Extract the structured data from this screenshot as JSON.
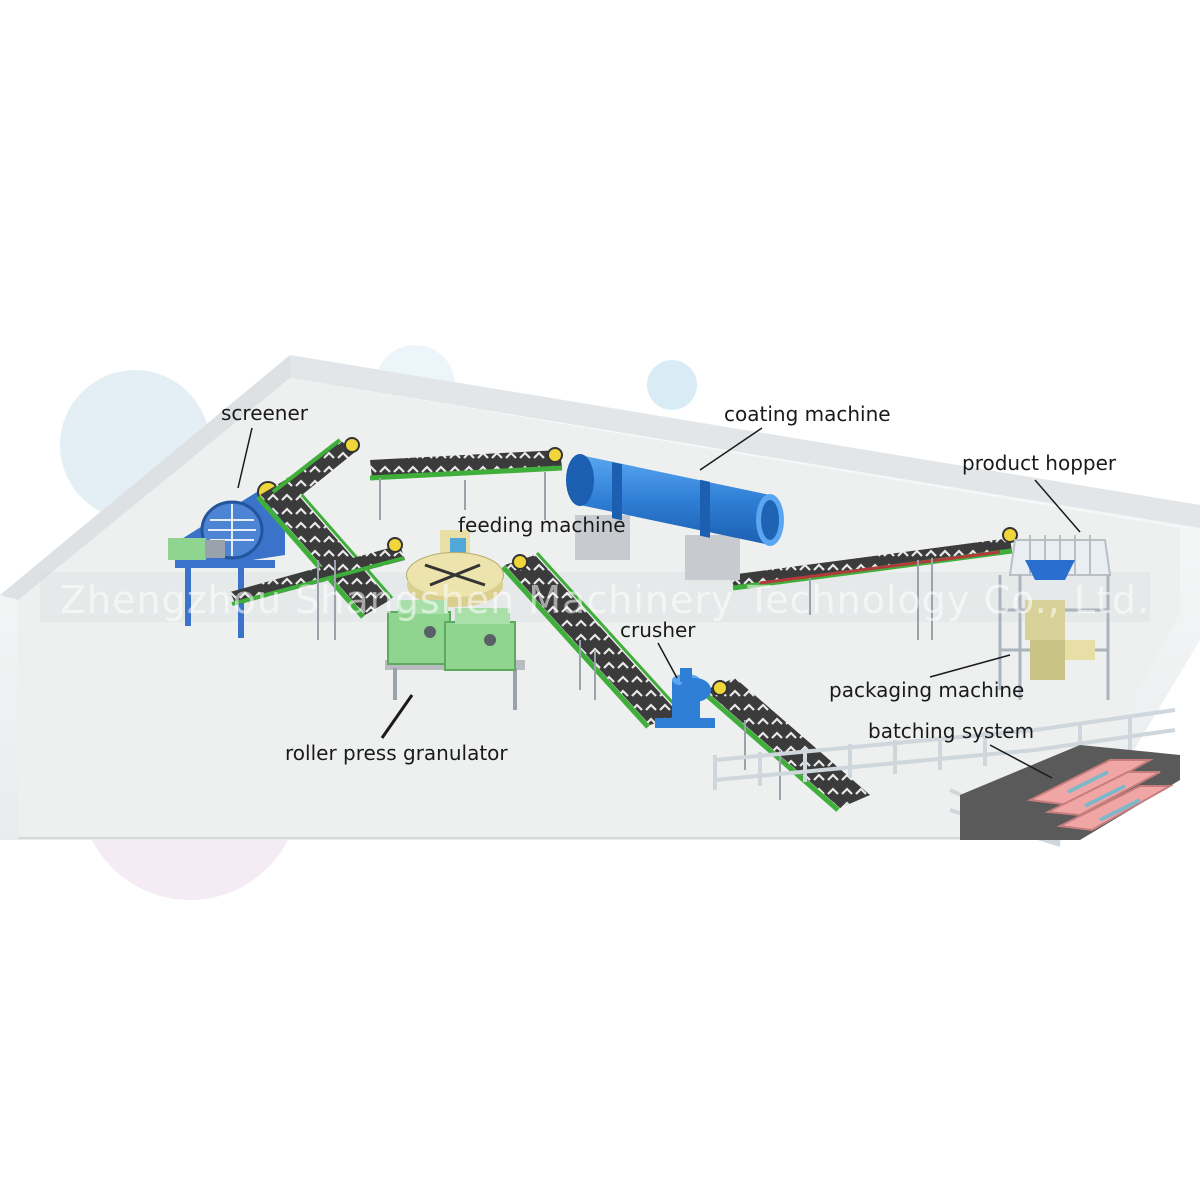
{
  "labels": {
    "screener": "screener",
    "coating_machine": "coating machine",
    "product_hopper": "product hopper",
    "feeding_machine": "feeding machine",
    "crusher": "crusher",
    "packaging_machine": "packaging machine",
    "batching_system": "batching system",
    "roller_press_granulator": "roller press granulator"
  },
  "watermark": "Zhengzhou Shangshen Machinery Technology Co., Ltd.",
  "colors": {
    "floor": "#eef0ef",
    "wall": "#f7f8f8",
    "conveyor_frame": "#3fae3a",
    "conveyor_belt": "#3b3b3b",
    "coating_drum": "#2f7fd6",
    "granulator": "#8fd48f",
    "feeder": "#e8dfa6",
    "crusher": "#2f7fd6",
    "screener": "#3a73c9",
    "batching_bins": "#f1a6a6",
    "railing": "#cfd6dc",
    "support_gray": "#b8bcc0"
  }
}
